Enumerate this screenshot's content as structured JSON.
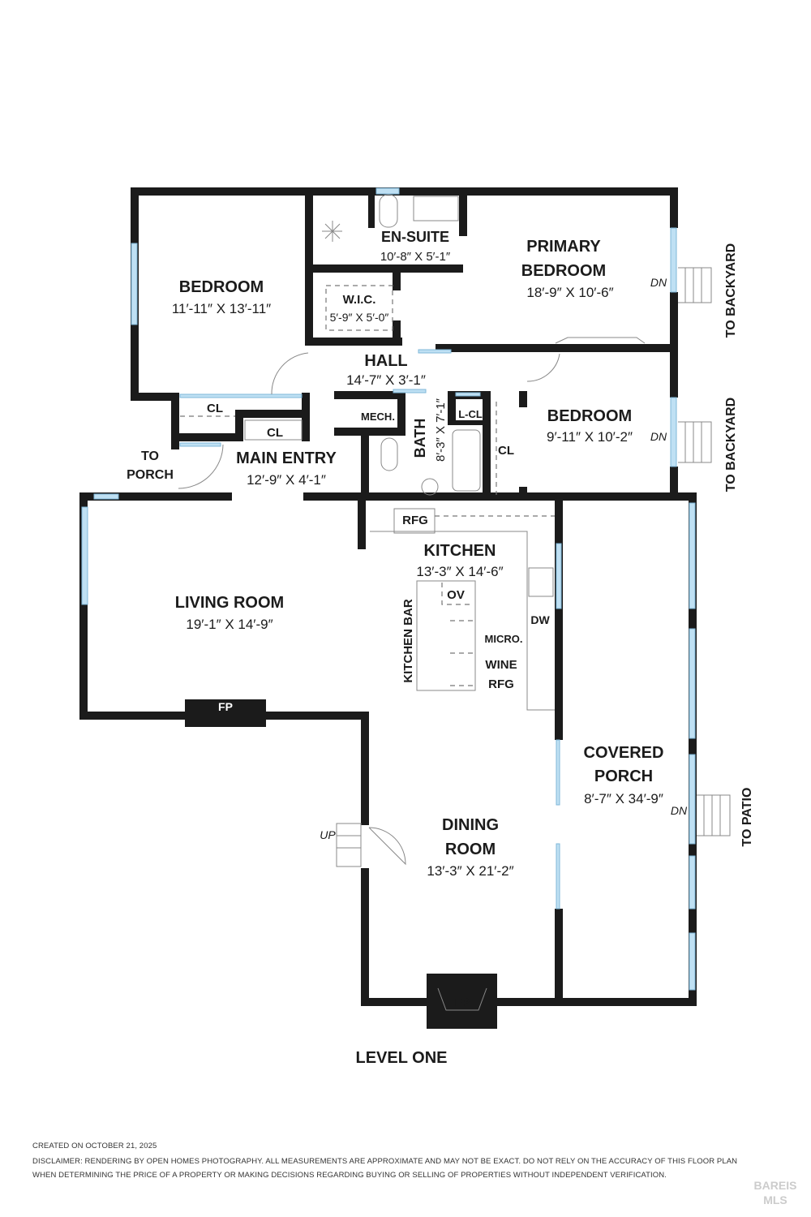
{
  "rooms": {
    "bedroom1": {
      "name": "BEDROOM",
      "dims": "11′-11″ X 13′-11″"
    },
    "ensuite": {
      "name": "EN-SUITE",
      "dims": "10′-8″ X 5′-1″"
    },
    "primary": {
      "name1": "PRIMARY",
      "name2": "BEDROOM",
      "dims": "18′-9″ X 10′-6″"
    },
    "wic": {
      "name": "W.I.C.",
      "dims": "5′-9″ X 5′-0″"
    },
    "hall": {
      "name": "HALL",
      "dims": "14′-7″ X 3′-1″"
    },
    "bedroom2": {
      "name": "BEDROOM",
      "dims": "9′-11″ X 10′-2″"
    },
    "main_entry": {
      "name": "MAIN ENTRY",
      "dims": "12′-9″ X 4′-1″"
    },
    "bath": {
      "name": "BATH",
      "dims": "8′-3″ X 7′-1″"
    },
    "kitchen": {
      "name": "KITCHEN",
      "dims": "13′-3″ X 14′-6″"
    },
    "living": {
      "name": "LIVING ROOM",
      "dims": "19′-1″ X 14′-9″"
    },
    "dining": {
      "name1": "DINING",
      "name2": "ROOM",
      "dims": "13′-3″ X 21′-2″"
    },
    "porch": {
      "name1": "COVERED",
      "name2": "PORCH",
      "dims": "8′-7″ X 34′-9″"
    }
  },
  "labels": {
    "cl": "CL",
    "mech": "MECH.",
    "lcl": "L-CL",
    "rfg": "RFG",
    "ov": "OV",
    "dw": "DW",
    "micro": "MICRO.",
    "wine1": "WINE",
    "wine2": "RFG",
    "kitchen_bar": "KITCHEN BAR",
    "fp": "FP",
    "dn": "DN",
    "up": "UP",
    "to_porch1": "TO",
    "to_porch2": "PORCH",
    "to_backyard": "TO BACKYARD",
    "to_patio": "TO PATIO"
  },
  "level": "LEVEL ONE",
  "footer": {
    "created": "CREATED ON OCTOBER 21, 2025",
    "disclaimer1": "DISCLAIMER: RENDERING BY OPEN HOMES PHOTOGRAPHY. ALL MEASUREMENTS ARE APPROXIMATE AND MAY NOT BE EXACT. DO NOT RELY ON THE ACCURACY OF THIS FLOOR PLAN",
    "disclaimer2": "WHEN DETERMINING THE PRICE OF A PROPERTY OR MAKING DECISIONS REGARDING BUYING OR SELLING OF PROPERTIES WITHOUT INDEPENDENT VERIFICATION.",
    "logo": "BAREIS MLS"
  }
}
